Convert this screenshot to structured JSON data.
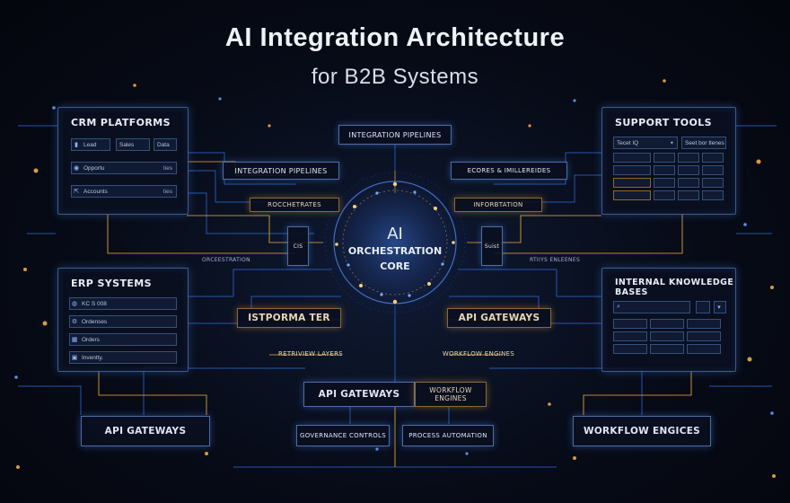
{
  "header": {
    "title": "AI Integration Architecture",
    "subtitle": "for B2B Systems"
  },
  "core": {
    "line1": "AI",
    "line2": "ORCHESTRATION",
    "line3": "CORE"
  },
  "panels": {
    "crm": {
      "title": "CRM PLATFORMS",
      "tabs": [
        "Lead",
        "Sales",
        "Data"
      ],
      "rows": [
        {
          "label": "Opportu",
          "value": "ties"
        },
        {
          "label": "Accounts",
          "value": "ties"
        }
      ]
    },
    "erp": {
      "title": "ERP SYSTEMS",
      "rows": [
        {
          "label": "KC S 008",
          "value": ""
        },
        {
          "label": "Ordenses",
          "value": ""
        },
        {
          "label": "Orders",
          "value": ""
        },
        {
          "label": "Inventty.",
          "value": ""
        }
      ]
    },
    "support": {
      "title": "SUPPORT TOOLS",
      "header_left": "Tecet IQ",
      "header_right": "Seet bor tlenes"
    },
    "knowledge": {
      "title": "INTERNAL KNOWLEDGE BASES"
    }
  },
  "labels": {
    "integration_top": "INTEGRATION PIPELINES",
    "integration_left": "INTEGRATION PIPELINES",
    "pipelines_right": "ECORES & IMILLEREIDES",
    "orchestrates": "ROCCHETRATES",
    "information": "INFORBTATION",
    "orchestration_small": "ORCEESTRATION",
    "right_small": "RTIIYS ENLEENES",
    "istporma": "ISTPORMA TER",
    "api_gateways_mid": "API GATEWAYS",
    "retrieval": "RETRIVIEW LAYERS",
    "workflow_mid": "WORKFLOW ENGINES",
    "api_center": "API GATEWAYS",
    "workflow_center": "WORKFLOW ENGINES",
    "api_bottom_left": "API GATEWAYS",
    "governance": "GOVERNANCE CONTROLS",
    "process": "PROCESS AUTOMATION",
    "workflow_bottom_right": "WORKFLOW ENGICES",
    "small_left": "CIS",
    "small_right": "Suist"
  },
  "colors": {
    "blue_wire": "#3a7bff",
    "gold_wire": "#e0a040",
    "panel_border": "#3d5a8c"
  }
}
